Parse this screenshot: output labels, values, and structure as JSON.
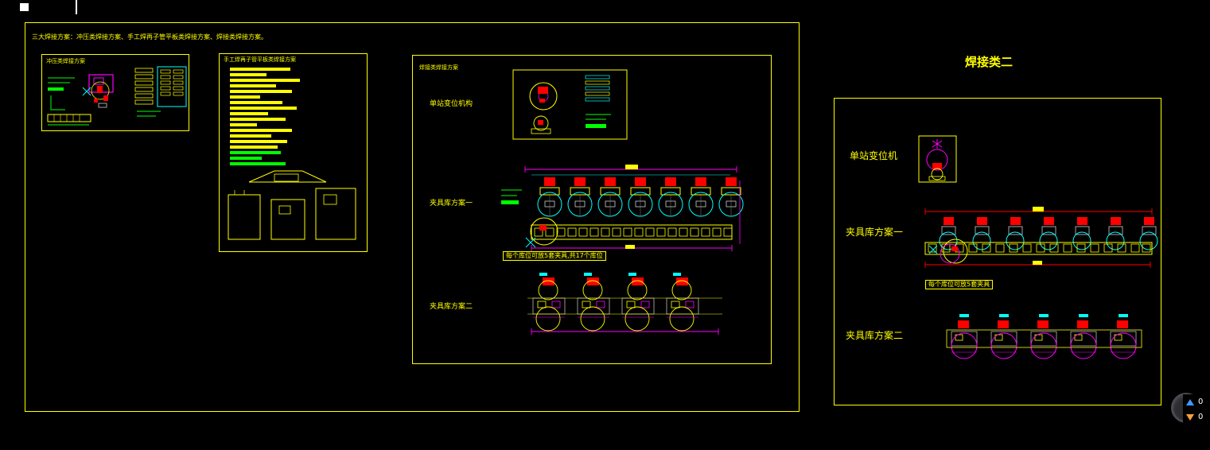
{
  "drawing": {
    "note": "三大焊接方案：冲压类焊接方案、手工焊再子管平板类焊接方案、焊接类焊接方案。",
    "left_sheet": {
      "stamping_title": "冲压类焊接方案",
      "manual_title": "手工焊再子管平板类焊接方案",
      "welding_title": "焊接类焊接方案",
      "positioner_label": "单站变位机构",
      "fixture_plan1_label": "夹具库方案一",
      "fixture_plan2_label": "夹具库方案二",
      "highlight_note": "每个库位可放5套夹具,共17个库位"
    },
    "right_sheet": {
      "title": "焊接类二",
      "positioner_label": "单站变位机",
      "fixture_plan1_label": "夹具库方案一",
      "fixture_plan2_label": "夹具库方案二",
      "highlight_note": "每个库位可放5套夹具"
    },
    "colors": {
      "line_yellow": "#ffff00",
      "line_green": "#00ff00",
      "line_magenta": "#ff00ff",
      "line_cyan": "#00ffff",
      "fill_red": "#ff0000"
    }
  },
  "nav_widget": {
    "up_value": "0",
    "down_value": "0"
  }
}
